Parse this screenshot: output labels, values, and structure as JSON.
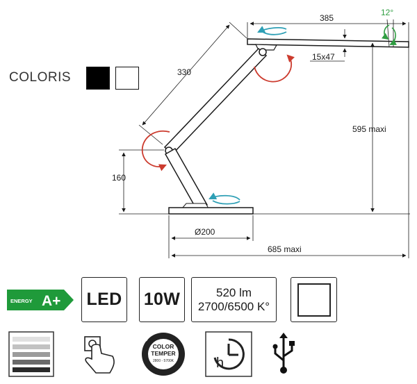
{
  "colors": {
    "drawing": "#1a1a1a",
    "rotate_blue": "#2e9fb5",
    "rotate_red": "#cc3b2e",
    "tilt_green": "#2f9e41",
    "energy_green": "#1f9a3a"
  },
  "drawing": {
    "dim_arm_upper": "385",
    "dim_tilt_angle": "12°",
    "dim_head_section": "15x47",
    "dim_arm_lower": "330",
    "dim_height_max": "595 maxi",
    "dim_pivot_height": "160",
    "dim_base_diameter": "Ø200",
    "dim_reach_max": "685 maxi"
  },
  "colors_section": {
    "label": "COLORIS",
    "swatches": [
      {
        "name": "black",
        "color": "#000000"
      },
      {
        "name": "white",
        "color": "#ffffff"
      }
    ]
  },
  "badges": {
    "energy_label": "ENERGY",
    "energy_class": "A+",
    "led": "LED",
    "power": "10W",
    "lumens": "520 lm",
    "temperature": "2700/6500 K°"
  },
  "icons": {
    "color_temp_line1": "COLOR",
    "color_temp_line2": "TEMPER",
    "color_temp_range": "2800 - 5700K",
    "timer_letter": "h",
    "items": [
      "dimmer-icon",
      "touch-switch-icon",
      "color-temperature-icon",
      "auto-off-timer-icon",
      "usb-icon"
    ]
  }
}
